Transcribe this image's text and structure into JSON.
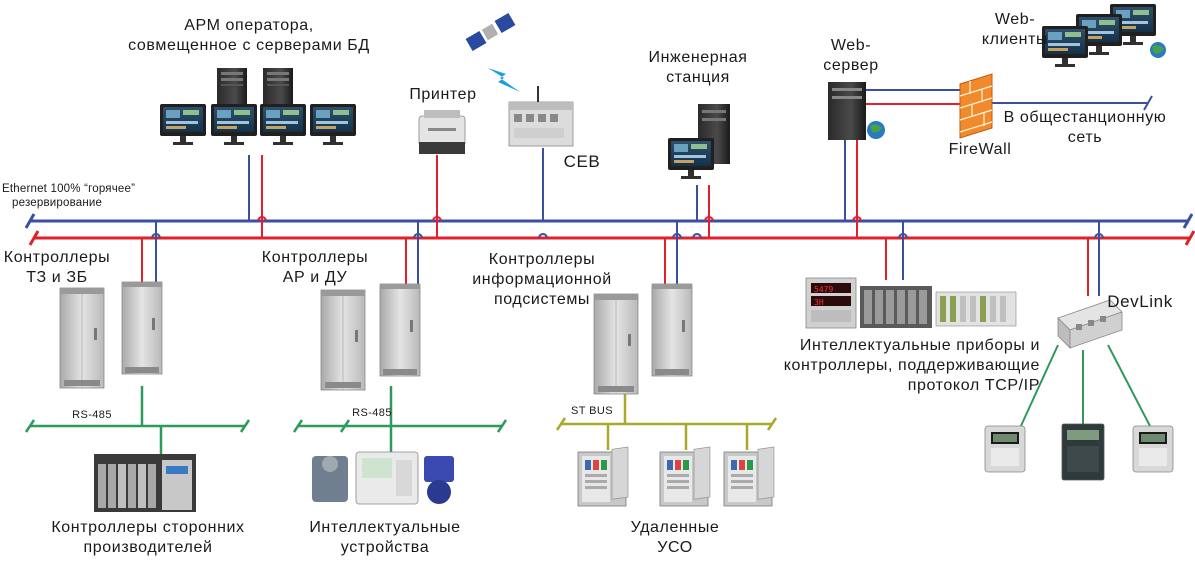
{
  "labels": {
    "arm": [
      "АРМ оператора,",
      "совмещенное с серверами БД"
    ],
    "printer": "Принтер",
    "sev": "СЕВ",
    "eng": [
      "Инженерная",
      "станция"
    ],
    "web_server": [
      "Web-",
      "сервер"
    ],
    "web_clients": [
      "Web-",
      "клиенты"
    ],
    "firewall": "FireWall",
    "plant_net": [
      "В общестанционную",
      "сеть"
    ],
    "ethernet": [
      "Ethernet 100% “горячее”",
      "резервирование"
    ],
    "ctrl_tz": [
      "Контроллеры",
      "ТЗ и ЗБ"
    ],
    "ctrl_ar": [
      "Контроллеры",
      "АР и ДУ"
    ],
    "ctrl_info": [
      "Контроллеры",
      "информационной",
      "подсистемы"
    ],
    "smart_tcp": [
      "Интеллектуальные приборы и",
      "контроллеры, поддерживающие",
      "протокол TCP/IP"
    ],
    "devlink": "DevLink",
    "rs485_a": "RS-485",
    "rs485_b": "RS-485",
    "stbus": "ST BUS",
    "third_party": [
      "Контроллеры сторонних",
      "производителей"
    ],
    "smart_dev": [
      "Интеллектуальные",
      "устройства"
    ],
    "remote_uso": [
      "Удаленные",
      "УСО"
    ]
  },
  "colors": {
    "blue_bus": "#3b4fa0",
    "red_bus": "#e0202a",
    "green_bus": "#2e9a5a",
    "olive_bus": "#a8a82a",
    "cabinet": "#d8d8d8"
  }
}
